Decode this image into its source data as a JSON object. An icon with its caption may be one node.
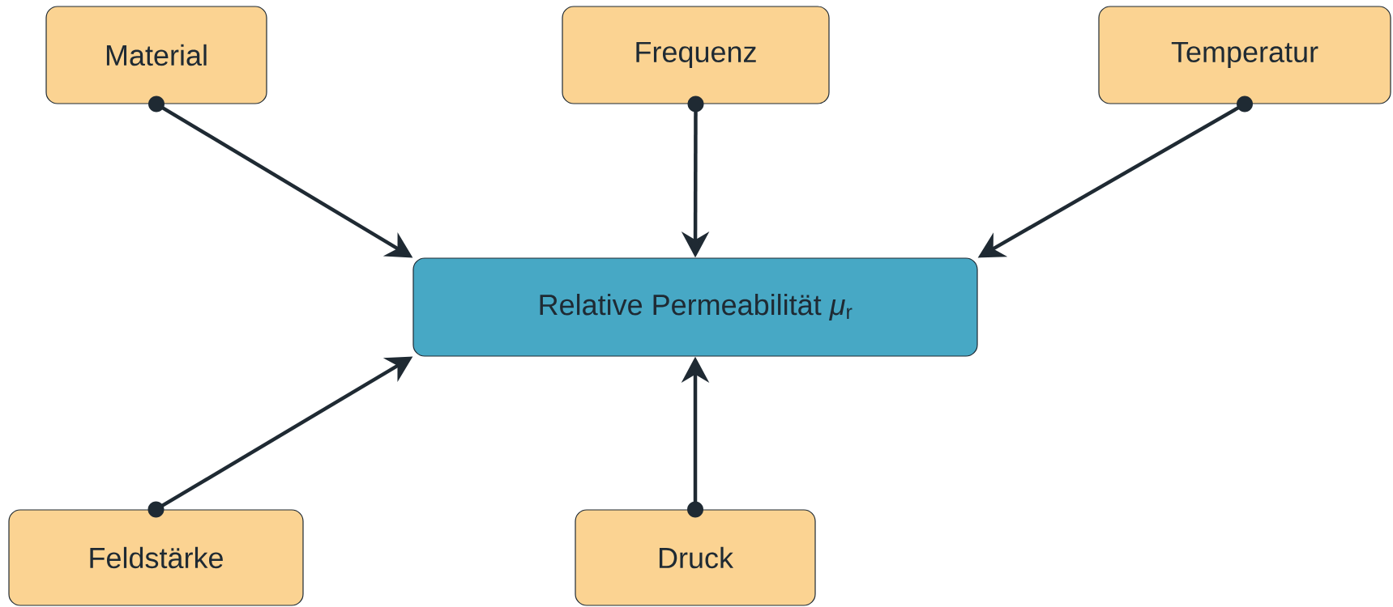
{
  "diagram": {
    "nodes": [
      {
        "text": [
          "Material"
        ]
      },
      {
        "text": [
          "Frequenz"
        ]
      },
      {
        "text": [
          "Temperatur"
        ]
      },
      {
        "text": [
          "Feldstärke"
        ]
      },
      {
        "text": [
          "Druck"
        ]
      },
      {
        "text": [
          "Relative Permeabilität *μ*$_{r}$"
        ]
      }
    ],
    "edges": [
      {
        "from": 0,
        "to": 5,
        "arrow": "to"
      },
      {
        "from": 1,
        "to": 5,
        "arrow": "to"
      },
      {
        "from": 2,
        "to": 5,
        "arrow": "to"
      },
      {
        "from": 3,
        "to": 5,
        "arrow": "to"
      },
      {
        "from": 4,
        "to": 5,
        "arrow": "to"
      }
    ]
  }
}
